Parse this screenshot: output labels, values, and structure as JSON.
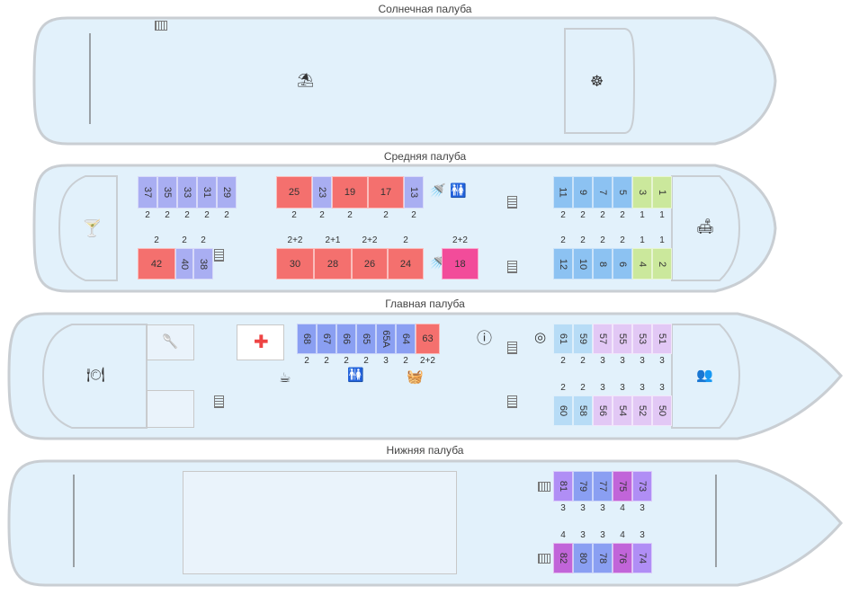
{
  "decks": {
    "sun": {
      "title": "Солнечная палуба"
    },
    "middle": {
      "title": "Средняя палуба"
    },
    "main": {
      "title": "Главная палуба"
    },
    "lower": {
      "title": "Нижняя палуба"
    }
  },
  "colors": {
    "hull_fill": "#e2f1fb",
    "hull_stroke": "#c9ced3",
    "lavender": "#a9aef2",
    "salmon": "#f4706e",
    "blue": "#8cc2f2",
    "green": "#cbe89c",
    "pink": "#f24c9a",
    "light_blue": "#b7dcf6",
    "light_purple": "#e2c8f5",
    "purple": "#b48cf0",
    "periwinkle": "#8a9ff2",
    "magenta": "#c165d9",
    "violet": "#b08ef5",
    "plus_red": "#e44"
  },
  "icons": {
    "sun_deck_umbrella": "beach-umbrella-icon",
    "sun_deck_wheel": "ship-wheel-icon",
    "bar": "cocktail-glass-icon",
    "lounge": "sofa-icon",
    "shower": "shower-icon",
    "toilets": "toilets-icon",
    "restaurant": "plate-cutlery-icon",
    "kitchen": "ladle-icon",
    "medical": "medical-cross-icon",
    "boiling_water": "tea-tap-icon",
    "info": "info-icon",
    "laundry": "iron-icon",
    "lifebuoy": "lifebuoy-icon",
    "conference": "conference-icon"
  },
  "cabins": {
    "middle_top_left": [
      {
        "num": "37",
        "cap": "2",
        "color": "lavender"
      },
      {
        "num": "35",
        "cap": "2",
        "color": "lavender"
      },
      {
        "num": "33",
        "cap": "2",
        "color": "lavender"
      },
      {
        "num": "31",
        "cap": "2",
        "color": "lavender"
      },
      {
        "num": "29",
        "cap": "2",
        "color": "lavender"
      }
    ],
    "middle_top_center": [
      {
        "num": "25",
        "cap": "2",
        "color": "salmon"
      },
      {
        "num": "23",
        "cap": "2",
        "color": "lavender"
      },
      {
        "num": "19",
        "cap": "2",
        "color": "salmon"
      },
      {
        "num": "17",
        "cap": "2",
        "color": "salmon"
      },
      {
        "num": "13",
        "cap": "2",
        "color": "lavender"
      }
    ],
    "middle_top_right": [
      {
        "num": "11",
        "cap": "2",
        "color": "blue"
      },
      {
        "num": "9",
        "cap": "2",
        "color": "blue"
      },
      {
        "num": "7",
        "cap": "2",
        "color": "blue"
      },
      {
        "num": "5",
        "cap": "2",
        "color": "blue"
      },
      {
        "num": "3",
        "cap": "1",
        "color": "green"
      },
      {
        "num": "1",
        "cap": "1",
        "color": "green"
      }
    ],
    "middle_bottom_left": [
      {
        "num": "42",
        "cap": "2",
        "color": "salmon"
      },
      {
        "num": "40",
        "cap": "2",
        "color": "lavender"
      },
      {
        "num": "38",
        "cap": "2",
        "color": "lavender"
      }
    ],
    "middle_bottom_center": [
      {
        "num": "30",
        "cap": "2+2",
        "color": "salmon"
      },
      {
        "num": "28",
        "cap": "2+1",
        "color": "salmon"
      },
      {
        "num": "26",
        "cap": "2+2",
        "color": "salmon"
      },
      {
        "num": "24",
        "cap": "2",
        "color": "salmon"
      },
      {
        "num": "18",
        "cap": "2+2",
        "color": "pink"
      }
    ],
    "middle_bottom_right": [
      {
        "num": "12",
        "cap": "2",
        "color": "blue"
      },
      {
        "num": "10",
        "cap": "2",
        "color": "blue"
      },
      {
        "num": "8",
        "cap": "2",
        "color": "blue"
      },
      {
        "num": "6",
        "cap": "2",
        "color": "blue"
      },
      {
        "num": "4",
        "cap": "1",
        "color": "green"
      },
      {
        "num": "2",
        "cap": "1",
        "color": "green"
      }
    ],
    "main_center": [
      {
        "num": "68",
        "cap": "2",
        "color": "periwinkle"
      },
      {
        "num": "67",
        "cap": "2",
        "color": "periwinkle"
      },
      {
        "num": "66",
        "cap": "2",
        "color": "periwinkle"
      },
      {
        "num": "65",
        "cap": "2",
        "color": "periwinkle"
      },
      {
        "num": "65A",
        "cap": "3",
        "color": "periwinkle"
      },
      {
        "num": "64",
        "cap": "2",
        "color": "periwinkle"
      },
      {
        "num": "63",
        "cap": "2+2",
        "color": "salmon"
      }
    ],
    "main_top_right": [
      {
        "num": "61",
        "cap": "2",
        "color": "light_blue"
      },
      {
        "num": "59",
        "cap": "2",
        "color": "light_blue"
      },
      {
        "num": "57",
        "cap": "3",
        "color": "light_purple"
      },
      {
        "num": "55",
        "cap": "3",
        "color": "light_purple"
      },
      {
        "num": "53",
        "cap": "3",
        "color": "light_purple"
      },
      {
        "num": "51",
        "cap": "3",
        "color": "light_purple"
      }
    ],
    "main_bottom_right": [
      {
        "num": "60",
        "cap": "2",
        "color": "light_blue"
      },
      {
        "num": "58",
        "cap": "2",
        "color": "light_blue"
      },
      {
        "num": "56",
        "cap": "3",
        "color": "light_purple"
      },
      {
        "num": "54",
        "cap": "3",
        "color": "light_purple"
      },
      {
        "num": "52",
        "cap": "3",
        "color": "light_purple"
      },
      {
        "num": "50",
        "cap": "3",
        "color": "light_purple"
      }
    ],
    "lower_top": [
      {
        "num": "81",
        "cap": "3",
        "color": "violet"
      },
      {
        "num": "79",
        "cap": "3",
        "color": "periwinkle"
      },
      {
        "num": "77",
        "cap": "3",
        "color": "periwinkle"
      },
      {
        "num": "75",
        "cap": "4",
        "color": "magenta"
      },
      {
        "num": "73",
        "cap": "3",
        "color": "violet"
      }
    ],
    "lower_bottom": [
      {
        "num": "82",
        "cap": "4",
        "color": "magenta"
      },
      {
        "num": "80",
        "cap": "3",
        "color": "periwinkle"
      },
      {
        "num": "78",
        "cap": "3",
        "color": "periwinkle"
      },
      {
        "num": "76",
        "cap": "4",
        "color": "magenta"
      },
      {
        "num": "74",
        "cap": "3",
        "color": "violet"
      }
    ]
  }
}
